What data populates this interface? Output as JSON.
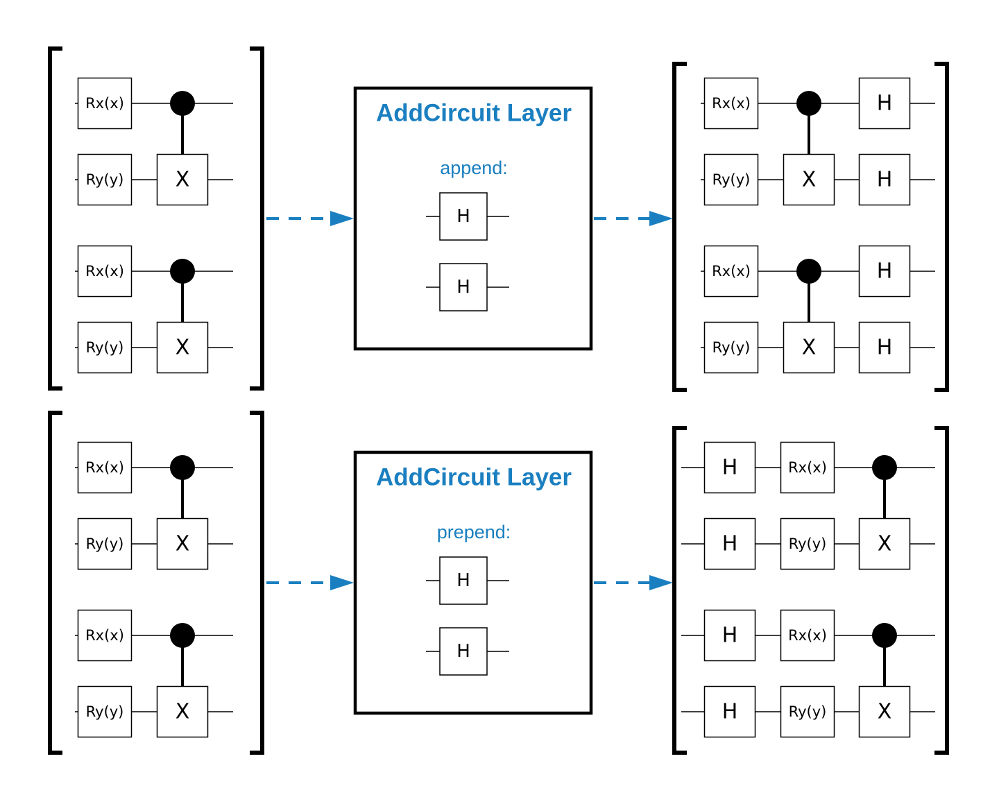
{
  "panels": [
    {
      "id": "append",
      "input_circuit": {
        "rows": [
          {
            "gates": [
              "Rx(x)",
              "control"
            ]
          },
          {
            "gates": [
              "Ry(y)",
              "X"
            ]
          },
          {
            "gates": [
              "Rx(x)",
              "control"
            ]
          },
          {
            "gates": [
              "Ry(y)",
              "X"
            ]
          }
        ]
      },
      "layer": {
        "title": "AddCircuit Layer",
        "mode": "append:",
        "gates": [
          "H",
          "H"
        ]
      },
      "output_circuit": {
        "rows": [
          {
            "gates": [
              "Rx(x)",
              "control",
              "H"
            ]
          },
          {
            "gates": [
              "Ry(y)",
              "X",
              "H"
            ]
          },
          {
            "gates": [
              "Rx(x)",
              "control",
              "H"
            ]
          },
          {
            "gates": [
              "Ry(y)",
              "X",
              "H"
            ]
          }
        ]
      }
    },
    {
      "id": "prepend",
      "input_circuit": {
        "rows": [
          {
            "gates": [
              "Rx(x)",
              "control"
            ]
          },
          {
            "gates": [
              "Ry(y)",
              "X"
            ]
          },
          {
            "gates": [
              "Rx(x)",
              "control"
            ]
          },
          {
            "gates": [
              "Ry(y)",
              "X"
            ]
          }
        ]
      },
      "layer": {
        "title": "AddCircuit Layer",
        "mode": "prepend:",
        "gates": [
          "H",
          "H"
        ]
      },
      "output_circuit": {
        "rows": [
          {
            "gates": [
              "H",
              "Rx(x)",
              "control"
            ]
          },
          {
            "gates": [
              "H",
              "Ry(y)",
              "X"
            ]
          },
          {
            "gates": [
              "H",
              "Rx(x)",
              "control"
            ]
          },
          {
            "gates": [
              "H",
              "Ry(y)",
              "X"
            ]
          }
        ]
      }
    }
  ],
  "colors": {
    "accent": "#1a7fc0",
    "ink": "#000000"
  }
}
